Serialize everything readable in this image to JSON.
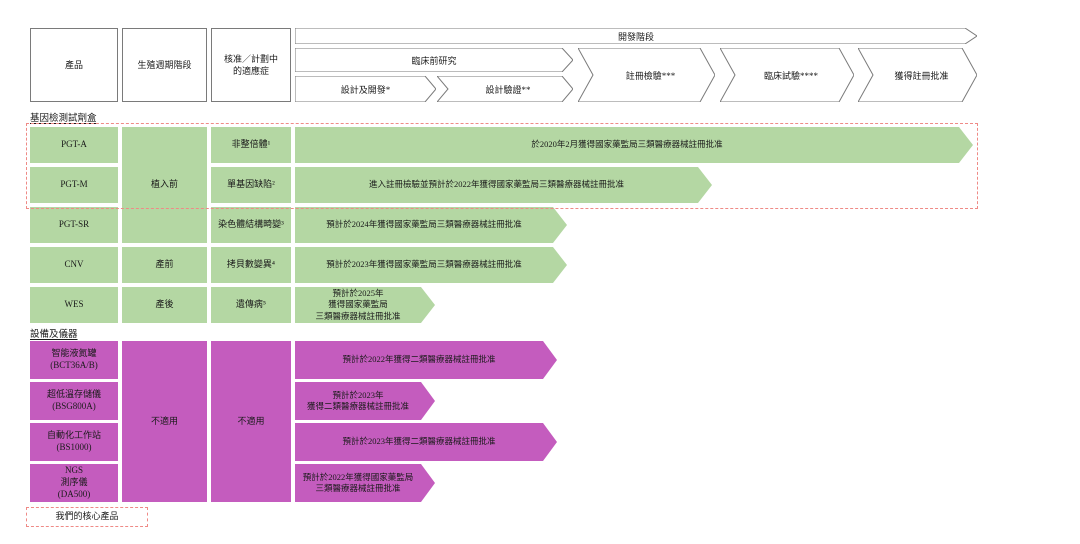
{
  "colors": {
    "green": "#b4d7a3",
    "magenta": "#c45cbe",
    "dashed": "#ef8a86"
  },
  "header": {
    "col_product": "產品",
    "col_cycle": "生殖週期階段",
    "col_indication": "核准／計劃中\n的適應症",
    "dev_stage": "開發階段",
    "preclinical": "臨床前研究",
    "design_dev": "設計及開發*",
    "design_verify": "設計驗證**",
    "registration_test": "註冊檢驗***",
    "clinical_trial": "臨床試驗****",
    "registration_approval": "獲得註冊批准"
  },
  "gene": {
    "section_label": "基因檢測試劑盒",
    "cycle_span": "植入前",
    "rows": [
      {
        "product": "PGT-A",
        "indication": "非整倍體¹",
        "arrow": "於2020年2月獲得國家藥監局三類醫療器械註冊批准"
      },
      {
        "product": "PGT-M",
        "indication": "單基因缺陷²",
        "arrow": "進入註冊檢驗並預計於2022年獲得國家藥監局三類醫療器械註冊批准"
      },
      {
        "product": "PGT-SR",
        "indication": "染色體結構畸變³",
        "arrow": "預計於2024年獲得國家藥監局三類醫療器械註冊批准"
      },
      {
        "product": "CNV",
        "cycle": "產前",
        "indication": "拷貝數變異⁴",
        "arrow": "預計於2023年獲得國家藥監局三類醫療器械註冊批准"
      },
      {
        "product": "WES",
        "cycle": "產後",
        "indication": "遺傳病⁵",
        "arrow": "預計於2025年\n獲得國家藥監局\n三類醫療器械註冊批准"
      }
    ]
  },
  "equipment": {
    "section_label": "設備及儀器",
    "cycle": "不適用",
    "indication": "不適用",
    "rows": [
      {
        "product": "智能液氮罐\n(BCT36A/B)",
        "arrow": "預計於2022年獲得二類醫療器械註冊批准"
      },
      {
        "product": "超低溫存儲儀\n(BSG800A)",
        "arrow": "預計於2023年\n獲得二類醫療器械註冊批准"
      },
      {
        "product": "自動化工作站\n(BS1000)",
        "arrow": "預計於2023年獲得二類醫療器械註冊批准"
      },
      {
        "product": "NGS\n測序儀\n(DA500)",
        "arrow": "預計於2022年獲得國家藥監局\n三類醫療器械註冊批准"
      }
    ]
  },
  "legend": {
    "core_products": "我們的核心產品"
  }
}
